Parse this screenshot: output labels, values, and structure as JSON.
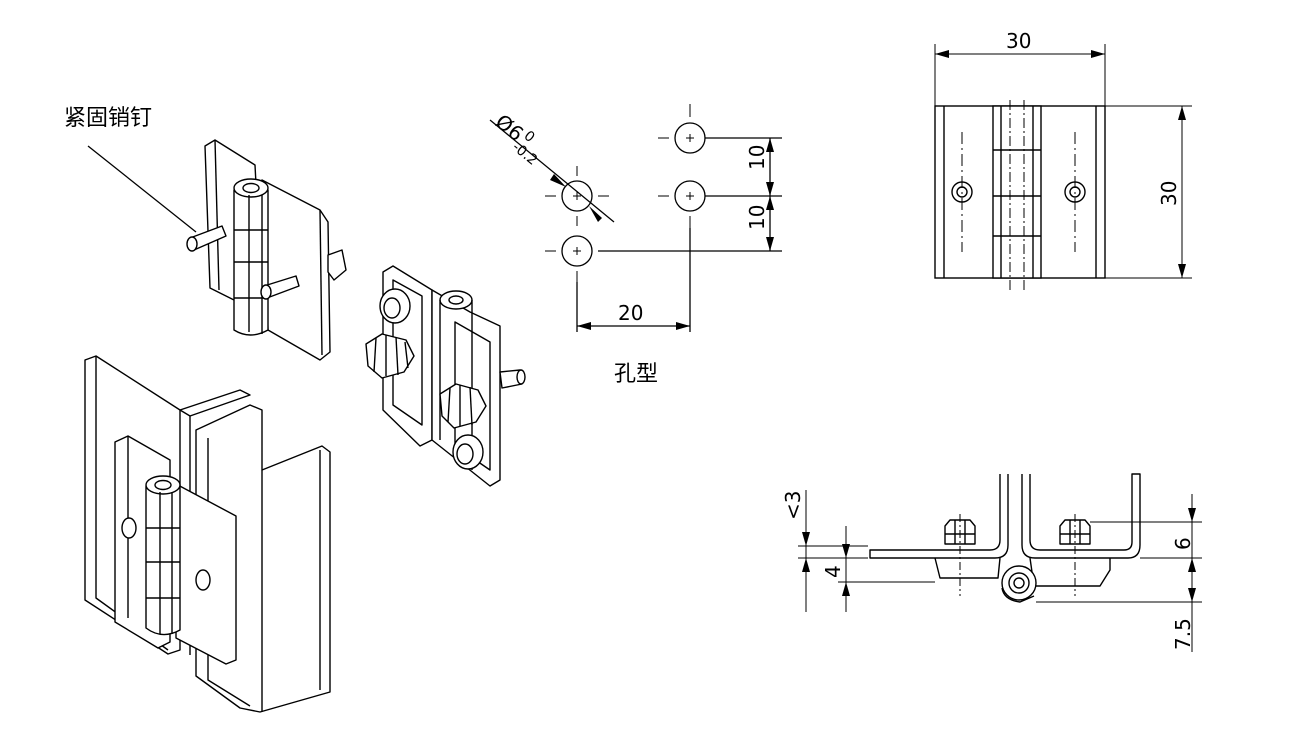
{
  "callout_label": "紧固销钉",
  "hole_pattern_label": "孔型",
  "hole_pattern": {
    "diameter_symbol": "Ø",
    "diameter_value": "6",
    "tolerance_upper": "0",
    "tolerance_lower": "-0.2",
    "dim_horizontal": "20",
    "dim_vertical_top": "10",
    "dim_vertical_bottom": "10"
  },
  "front_view": {
    "width": "30",
    "height": "30"
  },
  "side_view": {
    "dim_a": "<3",
    "dim_b": "4",
    "dim_c": "6",
    "dim_d": "7.5"
  }
}
